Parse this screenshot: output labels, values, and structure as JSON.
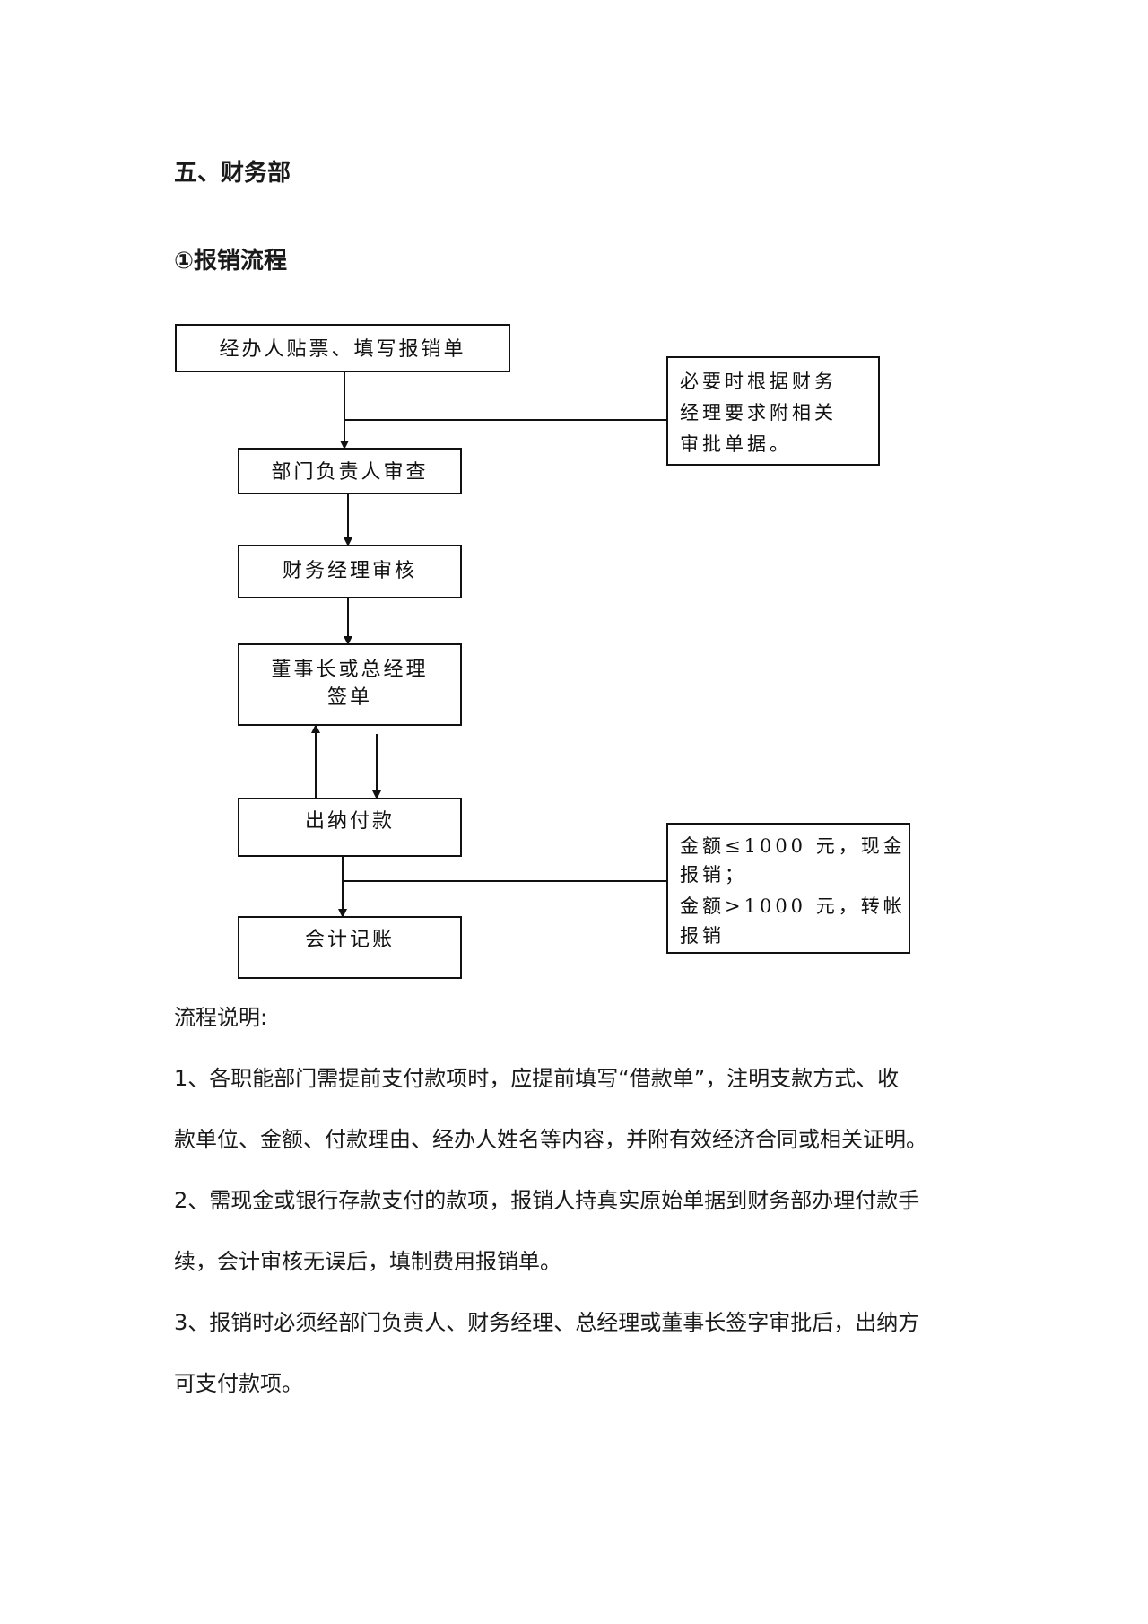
{
  "section_title": "五、财务部",
  "flow_title": "①报销流程",
  "flowchart": {
    "steps": [
      "经办人贴票、填写报销单",
      "部门负责人审查",
      "财务经理审核",
      "董事长或总经理",
      "签单",
      "出纳付款",
      "会计记账"
    ],
    "note_docs": [
      "必要时根据财务",
      "经理要求附相关",
      "审批单据。"
    ],
    "note_amount": [
      "金额≤1000 元，现金",
      "报销；",
      "金额>1000  元，转帐",
      "报销"
    ]
  },
  "explanation": {
    "label": "流程说明:",
    "lines": [
      "1、各职能部门需提前支付款项时，应提前填写“借款单”，注明支款方式、收",
      "款单位、金额、付款理由、经办人姓名等内容，并附有效经济合同或相关证明。",
      "2、需现金或银行存款支付的款项，报销人持真实原始单据到财务部办理付款手",
      "续，会计审核无误后，填制费用报销单。",
      "3、报销时必须经部门负责人、财务经理、总经理或董事长签字审批后，出纳方",
      "可支付款项。"
    ]
  }
}
